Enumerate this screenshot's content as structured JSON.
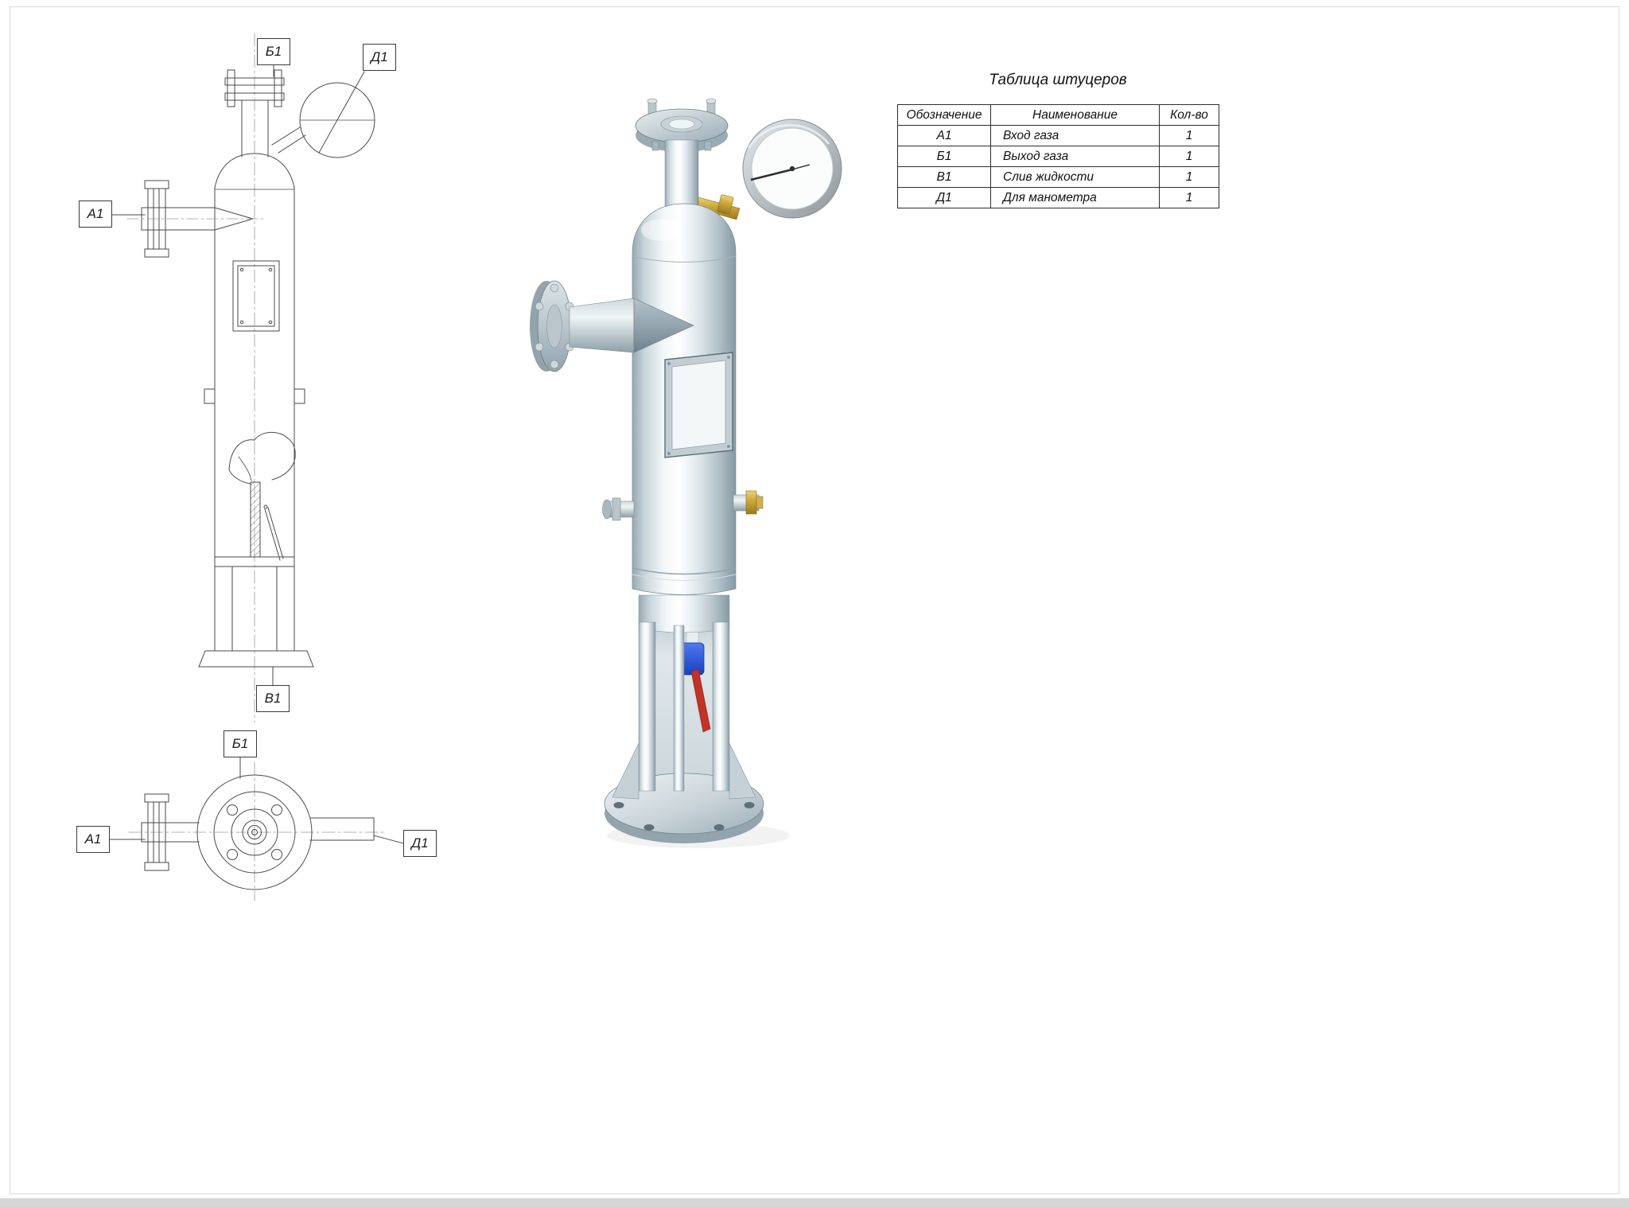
{
  "callouts": {
    "front": {
      "outlet_top": "Б1",
      "gauge": "Д1",
      "inlet": "А1",
      "drain": "В1"
    },
    "top_view": {
      "outlet": "Б1",
      "inlet": "А1",
      "gauge": "Д1"
    }
  },
  "nozzle_table": {
    "title": "Таблица штуцеров",
    "headers": [
      "Обозначение",
      "Наименование",
      "Кол-во"
    ],
    "rows": [
      {
        "code": "А1",
        "name": "Вход газа",
        "qty": "1"
      },
      {
        "code": "Б1",
        "name": "Выход газа",
        "qty": "1"
      },
      {
        "code": "В1",
        "name": "Слив жидкости",
        "qty": "1"
      },
      {
        "code": "Д1",
        "name": "Для манометра",
        "qty": "1"
      }
    ]
  },
  "colors": {
    "line_art": "#4a4a4a",
    "vessel_metal": "#dfe8ec",
    "valve_body": "#2247c8",
    "valve_handle": "#c23227",
    "brass_fitting": "#cfa93e"
  }
}
